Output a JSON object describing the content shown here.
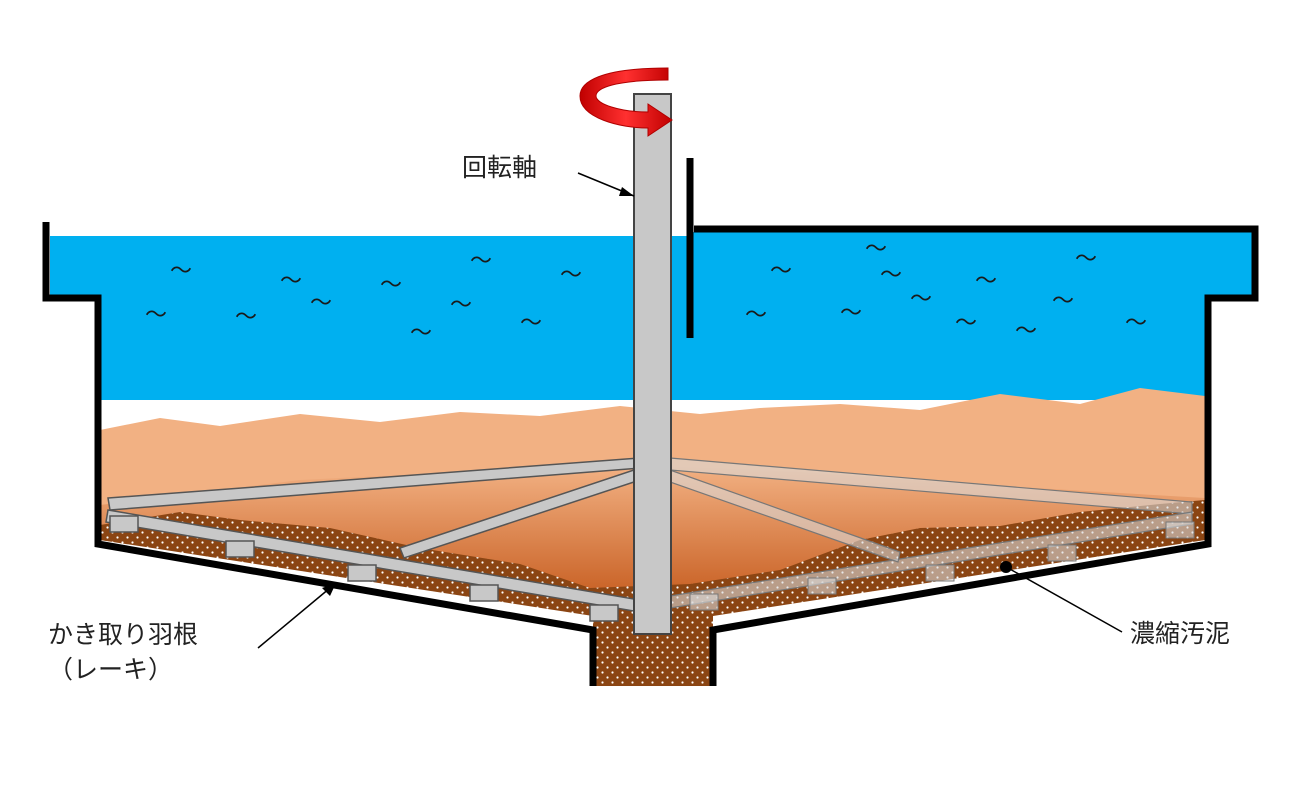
{
  "labels": {
    "shaft": "回転軸",
    "rake_line1": "かき取り羽根",
    "rake_line2": "（レーキ）",
    "sludge": "濃縮汚泥"
  },
  "wave_glyph": "～",
  "colors": {
    "water": "#00b0f0",
    "sludge_light": "#f2b183",
    "sludge_mid": "#d9752f",
    "sludge_dark": "#8b4513",
    "rake": "#c8c8c8",
    "arrow": "#ff0000",
    "wall": "#000000"
  }
}
